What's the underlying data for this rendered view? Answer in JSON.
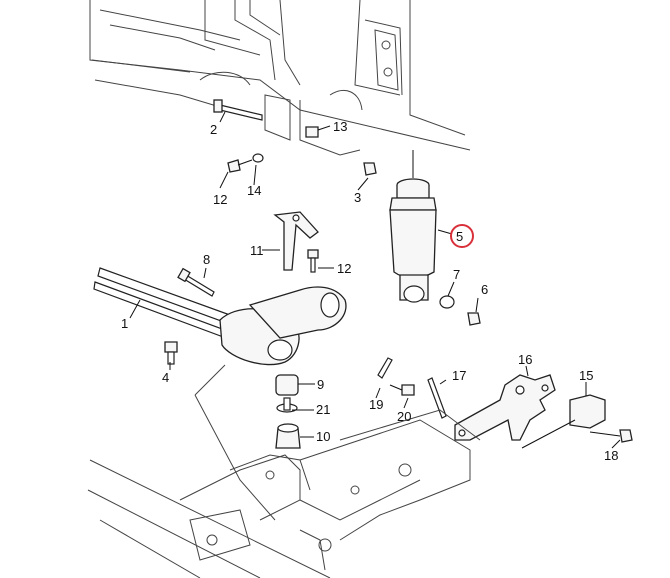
{
  "diagram": {
    "callouts": [
      {
        "id": "1",
        "label": "1"
      },
      {
        "id": "2",
        "label": "2"
      },
      {
        "id": "3",
        "label": "3"
      },
      {
        "id": "4",
        "label": "4"
      },
      {
        "id": "5",
        "label": "5"
      },
      {
        "id": "6",
        "label": "6"
      },
      {
        "id": "7",
        "label": "7"
      },
      {
        "id": "8",
        "label": "8"
      },
      {
        "id": "9",
        "label": "9"
      },
      {
        "id": "10",
        "label": "10"
      },
      {
        "id": "11",
        "label": "11"
      },
      {
        "id": "12a",
        "label": "12"
      },
      {
        "id": "12b",
        "label": "12"
      },
      {
        "id": "13",
        "label": "13"
      },
      {
        "id": "14",
        "label": "14"
      },
      {
        "id": "15",
        "label": "15"
      },
      {
        "id": "16",
        "label": "16"
      },
      {
        "id": "17",
        "label": "17"
      },
      {
        "id": "18",
        "label": "18"
      },
      {
        "id": "19",
        "label": "19"
      },
      {
        "id": "20",
        "label": "20"
      },
      {
        "id": "21",
        "label": "21"
      }
    ],
    "highlighted_callout": "5",
    "highlight_color": "#d9303a",
    "line_color": "#222222"
  }
}
